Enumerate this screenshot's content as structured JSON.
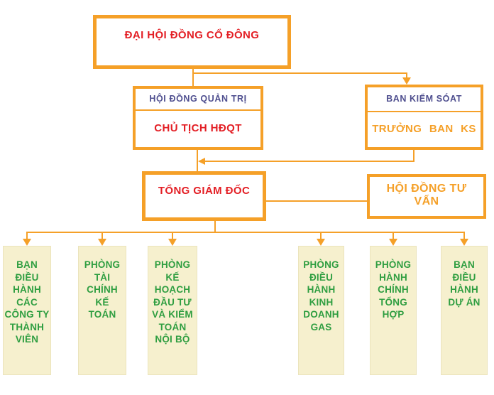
{
  "colors": {
    "orange": "#F5A028",
    "red": "#E31E24",
    "navy": "#4F4F8F",
    "green": "#2F9E41",
    "cream": "#F6F0CE"
  },
  "nodes": {
    "shareholders": {
      "label": "ĐẠI HỘI ĐỒNG CỔ ĐÔNG"
    },
    "board": {
      "title": "HỘI ĐỒNG QUẢN TRỊ",
      "subtitle": "CHỦ TỊCH HĐQT"
    },
    "supervisory": {
      "title": "BAN KIỂM SÓAT",
      "subtitle": "TRƯỞNG BAN KS"
    },
    "ceo": {
      "label": "TỔNG GIÁM ĐỐC"
    },
    "advisory": {
      "label": "HỘI ĐỒNG TƯ\nVẤN"
    },
    "departments": [
      {
        "label": "BẠN\nĐIỀU\nHÀNH\nCÁC\nCÔNG TY\nTHÀNH\nVIÊN"
      },
      {
        "label": "PHÒNG\nTÀI\nCHÍNH\nKẾ\nTOÁN"
      },
      {
        "label": "PHÒNG\nKẾ\nHOẠCH\nĐẦU TƯ\nVÀ KIỂM\nTOÁN\nNỘI BỘ"
      },
      {
        "label": "PHÒNG\nĐIỀU\nHÀNH\nKINH\nDOANH\nGAS"
      },
      {
        "label": "PHÒNG\nHÀNH\nCHÍNH\nTỔNG\nHỢP"
      },
      {
        "label": "BẠN\nĐIỀU\nHÀNH\nDỰ ÁN"
      }
    ]
  }
}
